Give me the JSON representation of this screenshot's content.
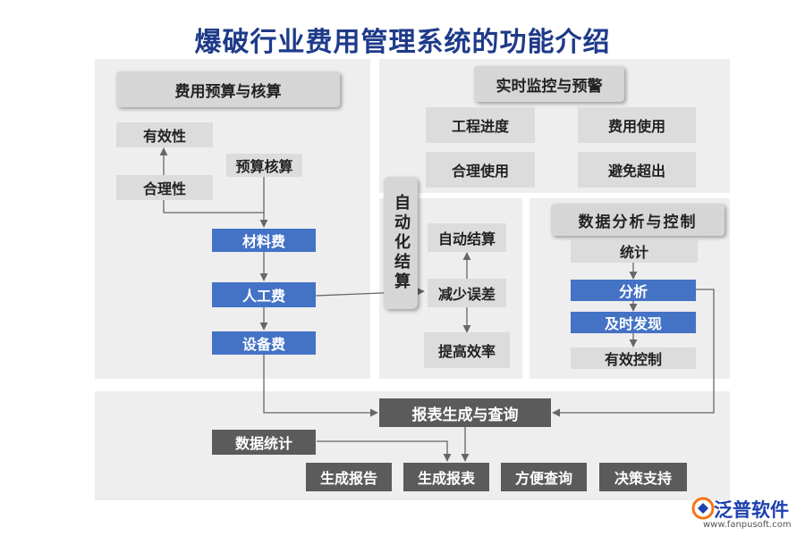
{
  "title": "爆破行业费用管理系统的功能介绍",
  "budget": {
    "header": "费用预算与核算",
    "validity": "有效性",
    "rationality": "合理性",
    "budget_check": "预算核算",
    "material_cost": "材料费",
    "labor_cost": "人工费",
    "equipment_cost": "设备费"
  },
  "auto_settlement": {
    "header": "自动化结算",
    "auto_settle": "自动结算",
    "reduce_error": "减少误差",
    "improve_efficiency": "提高效率"
  },
  "monitoring": {
    "header": "实时监控与预警",
    "project_progress": "工程进度",
    "cost_usage": "费用使用",
    "rational_usage": "合理使用",
    "avoid_overrun": "避免超出"
  },
  "analysis": {
    "header": "数据分析与控制",
    "statistics": "统计",
    "analyze": "分析",
    "timely_detect": "及时发现",
    "effective_control": "有效控制"
  },
  "reports": {
    "header": "报表生成与查询",
    "data_statistics": "数据统计",
    "generate_report": "生成报告",
    "generate_table": "生成报表",
    "easy_query": "方便查询",
    "decision_support": "决策支持"
  },
  "logo": {
    "name": "泛普软件",
    "url": "www.fanpusoft.com"
  },
  "colors": {
    "panel": "#eeeeee",
    "box": "#dcdcdc",
    "dark_box": "#5b5b5b",
    "blue_box": "#4472c4",
    "title": "#1e3a8a",
    "arrow": "#666666"
  }
}
